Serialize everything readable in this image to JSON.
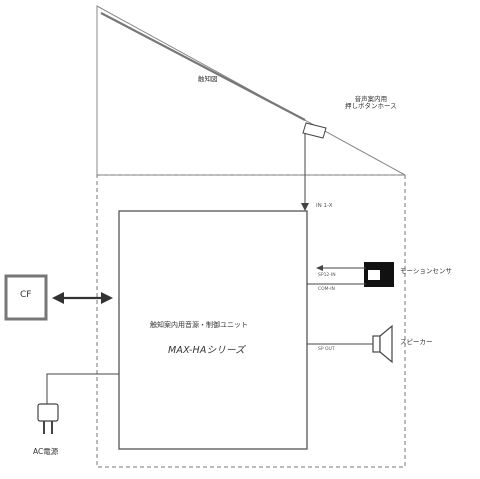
{
  "labels": {
    "sign": "触知図",
    "button_line1": "音声案内用",
    "button_line2": "押しボタンホース",
    "in_port": "IN 1-X",
    "motion_sensor": "モーションセンサ",
    "speaker": "スピーカー",
    "unit_line1": "触知案内用音源・制御ユニット",
    "unit_line2": "MAX-HAシリーズ",
    "cf": "CF",
    "ac_power": "AC電源",
    "sensor_port1": "SP12-IN",
    "sensor_port2": "COM-IN",
    "speaker_port": "SP OUT"
  },
  "colors": {
    "stroke": "#666666",
    "line": "#444444",
    "text": "#333333"
  }
}
